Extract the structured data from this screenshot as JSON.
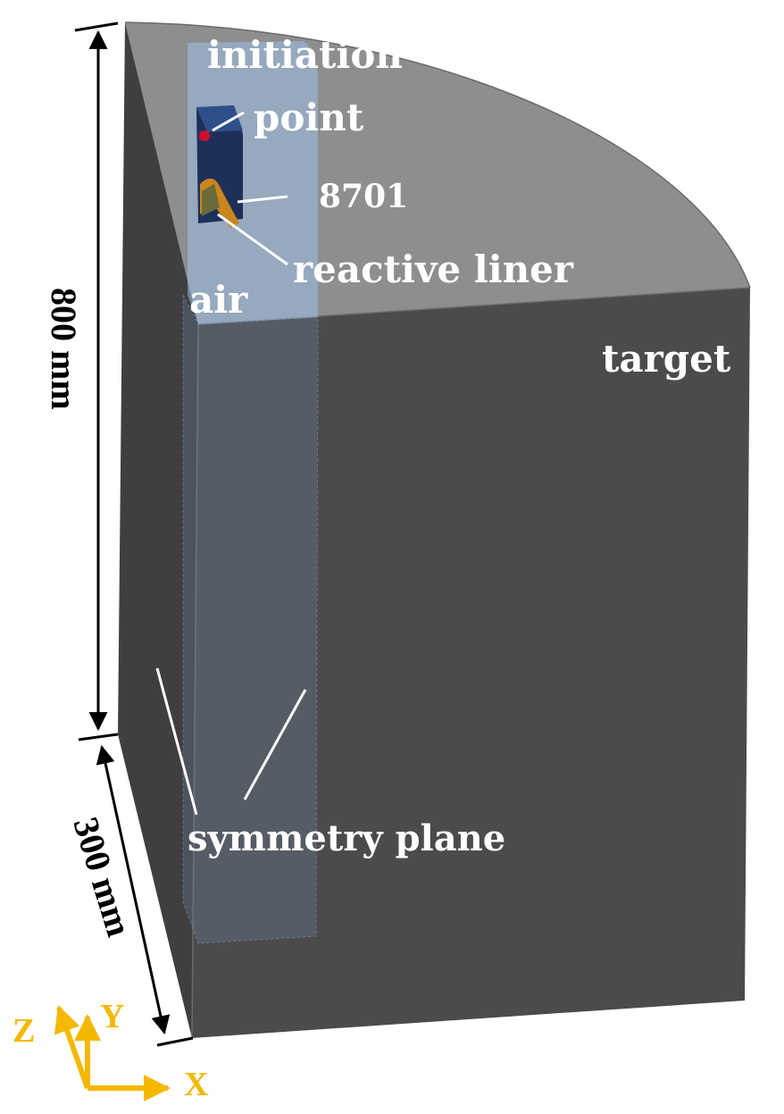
{
  "labels": {
    "initiation": "initiation",
    "point": "point",
    "explosive": "8701",
    "liner": "reactive liner",
    "air": "air",
    "target": "target",
    "symmetry": "symmetry plane"
  },
  "dimensions": {
    "height": "800 mm",
    "depth": "300 mm"
  },
  "axes": {
    "z": "Z",
    "y": "Y",
    "x": "X"
  },
  "colors": {
    "target_side": "#4b4b4b",
    "target_top": "#8e8e8e",
    "air_column": "#9cc0e6",
    "charge": "#1e2f5a",
    "liner": "#c8861c",
    "initiation_point": "#d0102a",
    "axis": "#f5b800"
  }
}
